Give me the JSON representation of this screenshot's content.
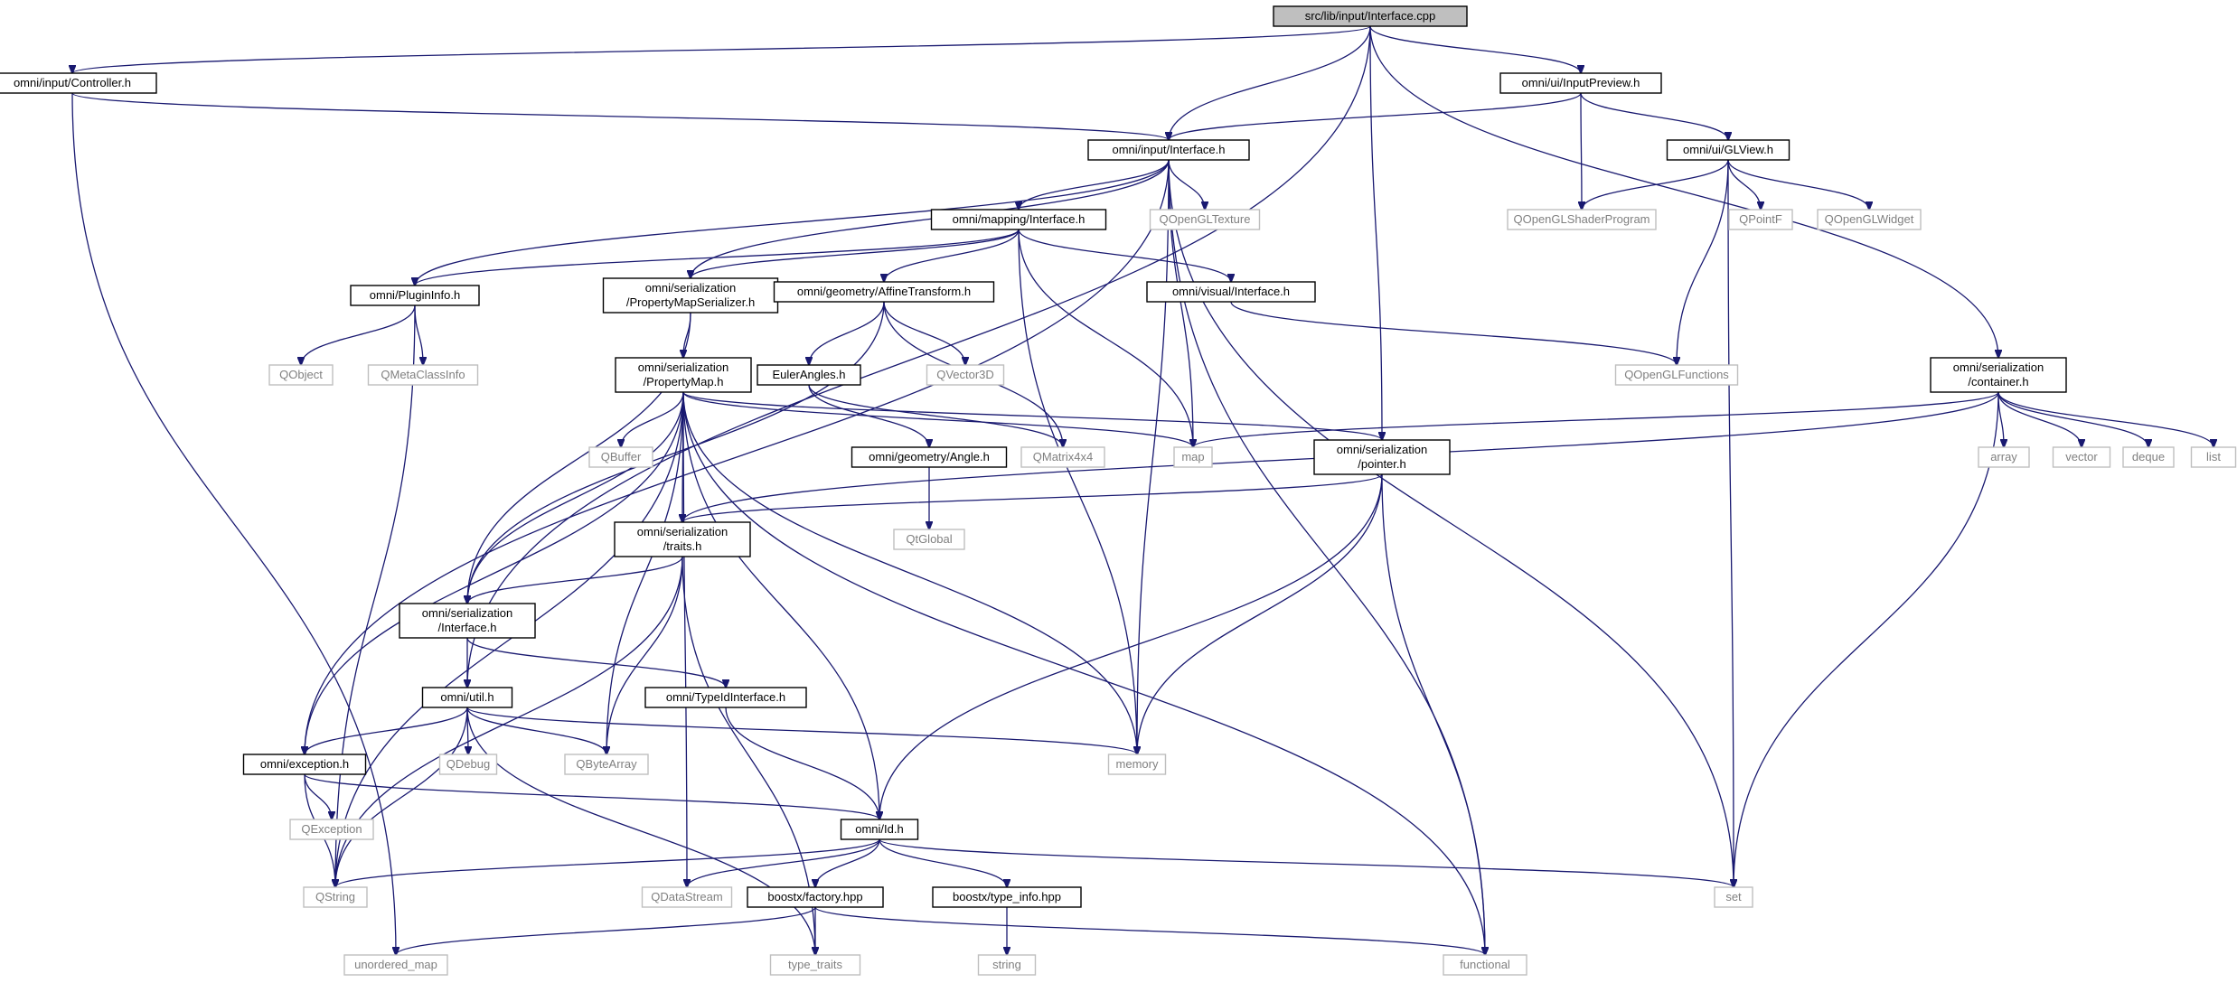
{
  "diagram": {
    "type": "include-dependency-graph",
    "colors": {
      "edge": "#191970",
      "root_fill": "#bfbfbf",
      "external_border": "#bfbfbf",
      "external_text": "#808080"
    },
    "nodes": [
      {
        "id": "root",
        "lines": [
          "src/lib/input/Interface.cpp"
        ],
        "kind": "root"
      },
      {
        "id": "controller",
        "lines": [
          "omni/input/Controller.h"
        ],
        "kind": "file"
      },
      {
        "id": "inputpreview",
        "lines": [
          "omni/ui/InputPreview.h"
        ],
        "kind": "file"
      },
      {
        "id": "input_iface",
        "lines": [
          "omni/input/Interface.h"
        ],
        "kind": "file"
      },
      {
        "id": "glview",
        "lines": [
          "omni/ui/GLView.h"
        ],
        "kind": "file"
      },
      {
        "id": "mapping_iface",
        "lines": [
          "omni/mapping/Interface.h"
        ],
        "kind": "file"
      },
      {
        "id": "qopengltexture",
        "lines": [
          "QOpenGLTexture"
        ],
        "kind": "external"
      },
      {
        "id": "qglshader",
        "lines": [
          "QOpenGLShaderProgram"
        ],
        "kind": "external"
      },
      {
        "id": "qpointf",
        "lines": [
          "QPointF"
        ],
        "kind": "external"
      },
      {
        "id": "qglwidget",
        "lines": [
          "QOpenGLWidget"
        ],
        "kind": "external"
      },
      {
        "id": "plugininfo",
        "lines": [
          "omni/PluginInfo.h"
        ],
        "kind": "file"
      },
      {
        "id": "pmserializer",
        "lines": [
          "omni/serialization",
          "/PropertyMapSerializer.h"
        ],
        "kind": "file"
      },
      {
        "id": "affine",
        "lines": [
          "omni/geometry/AffineTransform.h"
        ],
        "kind": "file"
      },
      {
        "id": "visual_iface",
        "lines": [
          "omni/visual/Interface.h"
        ],
        "kind": "file"
      },
      {
        "id": "qobject",
        "lines": [
          "QObject"
        ],
        "kind": "external"
      },
      {
        "id": "qmetaclass",
        "lines": [
          "QMetaClassInfo"
        ],
        "kind": "external"
      },
      {
        "id": "propertymap",
        "lines": [
          "omni/serialization",
          "/PropertyMap.h"
        ],
        "kind": "file"
      },
      {
        "id": "euler",
        "lines": [
          "EulerAngles.h"
        ],
        "kind": "file"
      },
      {
        "id": "qvector3d",
        "lines": [
          "QVector3D"
        ],
        "kind": "external"
      },
      {
        "id": "qglfunctions",
        "lines": [
          "QOpenGLFunctions"
        ],
        "kind": "external"
      },
      {
        "id": "container",
        "lines": [
          "omni/serialization",
          "/container.h"
        ],
        "kind": "file"
      },
      {
        "id": "qbuffer",
        "lines": [
          "QBuffer"
        ],
        "kind": "external"
      },
      {
        "id": "angle",
        "lines": [
          "omni/geometry/Angle.h"
        ],
        "kind": "file"
      },
      {
        "id": "qmatrix4x4",
        "lines": [
          "QMatrix4x4"
        ],
        "kind": "external"
      },
      {
        "id": "map",
        "lines": [
          "map"
        ],
        "kind": "external"
      },
      {
        "id": "pointer",
        "lines": [
          "omni/serialization",
          "/pointer.h"
        ],
        "kind": "file"
      },
      {
        "id": "array",
        "lines": [
          "array"
        ],
        "kind": "external"
      },
      {
        "id": "vector",
        "lines": [
          "vector"
        ],
        "kind": "external"
      },
      {
        "id": "deque",
        "lines": [
          "deque"
        ],
        "kind": "external"
      },
      {
        "id": "list",
        "lines": [
          "list"
        ],
        "kind": "external"
      },
      {
        "id": "traits",
        "lines": [
          "omni/serialization",
          "/traits.h"
        ],
        "kind": "file"
      },
      {
        "id": "qtglobal",
        "lines": [
          "QtGlobal"
        ],
        "kind": "external"
      },
      {
        "id": "ser_iface",
        "lines": [
          "omni/serialization",
          "/Interface.h"
        ],
        "kind": "file"
      },
      {
        "id": "util",
        "lines": [
          "omni/util.h"
        ],
        "kind": "file"
      },
      {
        "id": "typeid",
        "lines": [
          "omni/TypeIdInterface.h"
        ],
        "kind": "file"
      },
      {
        "id": "exception",
        "lines": [
          "omni/exception.h"
        ],
        "kind": "file"
      },
      {
        "id": "qdebug",
        "lines": [
          "QDebug"
        ],
        "kind": "external"
      },
      {
        "id": "qbytearray",
        "lines": [
          "QByteArray"
        ],
        "kind": "external"
      },
      {
        "id": "memory",
        "lines": [
          "memory"
        ],
        "kind": "external"
      },
      {
        "id": "qexception",
        "lines": [
          "QException"
        ],
        "kind": "external"
      },
      {
        "id": "id",
        "lines": [
          "omni/Id.h"
        ],
        "kind": "file"
      },
      {
        "id": "qstring",
        "lines": [
          "QString"
        ],
        "kind": "external"
      },
      {
        "id": "qdatastream",
        "lines": [
          "QDataStream"
        ],
        "kind": "external"
      },
      {
        "id": "factory",
        "lines": [
          "boostx/factory.hpp"
        ],
        "kind": "file"
      },
      {
        "id": "typeinfo",
        "lines": [
          "boostx/type_info.hpp"
        ],
        "kind": "file"
      },
      {
        "id": "set",
        "lines": [
          "set"
        ],
        "kind": "external"
      },
      {
        "id": "unordered_map",
        "lines": [
          "unordered_map"
        ],
        "kind": "external"
      },
      {
        "id": "type_traits",
        "lines": [
          "type_traits"
        ],
        "kind": "external"
      },
      {
        "id": "string",
        "lines": [
          "string"
        ],
        "kind": "external"
      },
      {
        "id": "functional",
        "lines": [
          "functional"
        ],
        "kind": "external"
      }
    ],
    "edges": [
      [
        "root",
        "controller"
      ],
      [
        "root",
        "input_iface"
      ],
      [
        "root",
        "inputpreview"
      ],
      [
        "root",
        "util"
      ],
      [
        "root",
        "pointer"
      ],
      [
        "root",
        "container"
      ],
      [
        "controller",
        "input_iface"
      ],
      [
        "controller",
        "unordered_map"
      ],
      [
        "inputpreview",
        "input_iface"
      ],
      [
        "inputpreview",
        "glview"
      ],
      [
        "inputpreview",
        "qglshader"
      ],
      [
        "glview",
        "qglshader"
      ],
      [
        "glview",
        "qpointf"
      ],
      [
        "glview",
        "qglwidget"
      ],
      [
        "glview",
        "qglfunctions"
      ],
      [
        "glview",
        "set"
      ],
      [
        "input_iface",
        "mapping_iface"
      ],
      [
        "input_iface",
        "qopengltexture"
      ],
      [
        "input_iface",
        "plugininfo"
      ],
      [
        "input_iface",
        "pmserializer"
      ],
      [
        "input_iface",
        "map"
      ],
      [
        "input_iface",
        "memory"
      ],
      [
        "input_iface",
        "functional"
      ],
      [
        "input_iface",
        "set"
      ],
      [
        "input_iface",
        "exception"
      ],
      [
        "mapping_iface",
        "plugininfo"
      ],
      [
        "mapping_iface",
        "pmserializer"
      ],
      [
        "mapping_iface",
        "affine"
      ],
      [
        "mapping_iface",
        "visual_iface"
      ],
      [
        "mapping_iface",
        "map"
      ],
      [
        "mapping_iface",
        "memory"
      ],
      [
        "visual_iface",
        "qglfunctions"
      ],
      [
        "plugininfo",
        "qobject"
      ],
      [
        "plugininfo",
        "qmetaclass"
      ],
      [
        "plugininfo",
        "qstring"
      ],
      [
        "pmserializer",
        "propertymap"
      ],
      [
        "pmserializer",
        "ser_iface"
      ],
      [
        "affine",
        "euler"
      ],
      [
        "affine",
        "qvector3d"
      ],
      [
        "affine",
        "qmatrix4x4"
      ],
      [
        "affine",
        "ser_iface"
      ],
      [
        "euler",
        "angle"
      ],
      [
        "euler",
        "qmatrix4x4"
      ],
      [
        "angle",
        "qtglobal"
      ],
      [
        "propertymap",
        "qbuffer"
      ],
      [
        "propertymap",
        "map"
      ],
      [
        "propertymap",
        "pointer"
      ],
      [
        "propertymap",
        "traits"
      ],
      [
        "propertymap",
        "ser_iface"
      ],
      [
        "propertymap",
        "exception"
      ],
      [
        "propertymap",
        "qstring"
      ],
      [
        "propertymap",
        "qbytearray"
      ],
      [
        "propertymap",
        "qdatastream"
      ],
      [
        "propertymap",
        "id"
      ],
      [
        "propertymap",
        "memory"
      ],
      [
        "propertymap",
        "functional"
      ],
      [
        "container",
        "map"
      ],
      [
        "container",
        "array"
      ],
      [
        "container",
        "vector"
      ],
      [
        "container",
        "deque"
      ],
      [
        "container",
        "list"
      ],
      [
        "container",
        "set"
      ],
      [
        "container",
        "traits"
      ],
      [
        "pointer",
        "traits"
      ],
      [
        "pointer",
        "memory"
      ],
      [
        "pointer",
        "id"
      ],
      [
        "pointer",
        "functional"
      ],
      [
        "traits",
        "ser_iface"
      ],
      [
        "traits",
        "qbytearray"
      ],
      [
        "traits",
        "qstring"
      ],
      [
        "traits",
        "type_traits"
      ],
      [
        "ser_iface",
        "util"
      ],
      [
        "ser_iface",
        "typeid"
      ],
      [
        "typeid",
        "id"
      ],
      [
        "util",
        "exception"
      ],
      [
        "util",
        "qdebug"
      ],
      [
        "util",
        "qbytearray"
      ],
      [
        "util",
        "memory"
      ],
      [
        "util",
        "qstring"
      ],
      [
        "util",
        "type_traits"
      ],
      [
        "exception",
        "qexception"
      ],
      [
        "exception",
        "qstring"
      ],
      [
        "exception",
        "id"
      ],
      [
        "id",
        "qstring"
      ],
      [
        "id",
        "qdatastream"
      ],
      [
        "id",
        "factory"
      ],
      [
        "id",
        "typeinfo"
      ],
      [
        "id",
        "set"
      ],
      [
        "factory",
        "unordered_map"
      ],
      [
        "factory",
        "type_traits"
      ],
      [
        "factory",
        "functional"
      ],
      [
        "typeinfo",
        "string"
      ]
    ]
  }
}
